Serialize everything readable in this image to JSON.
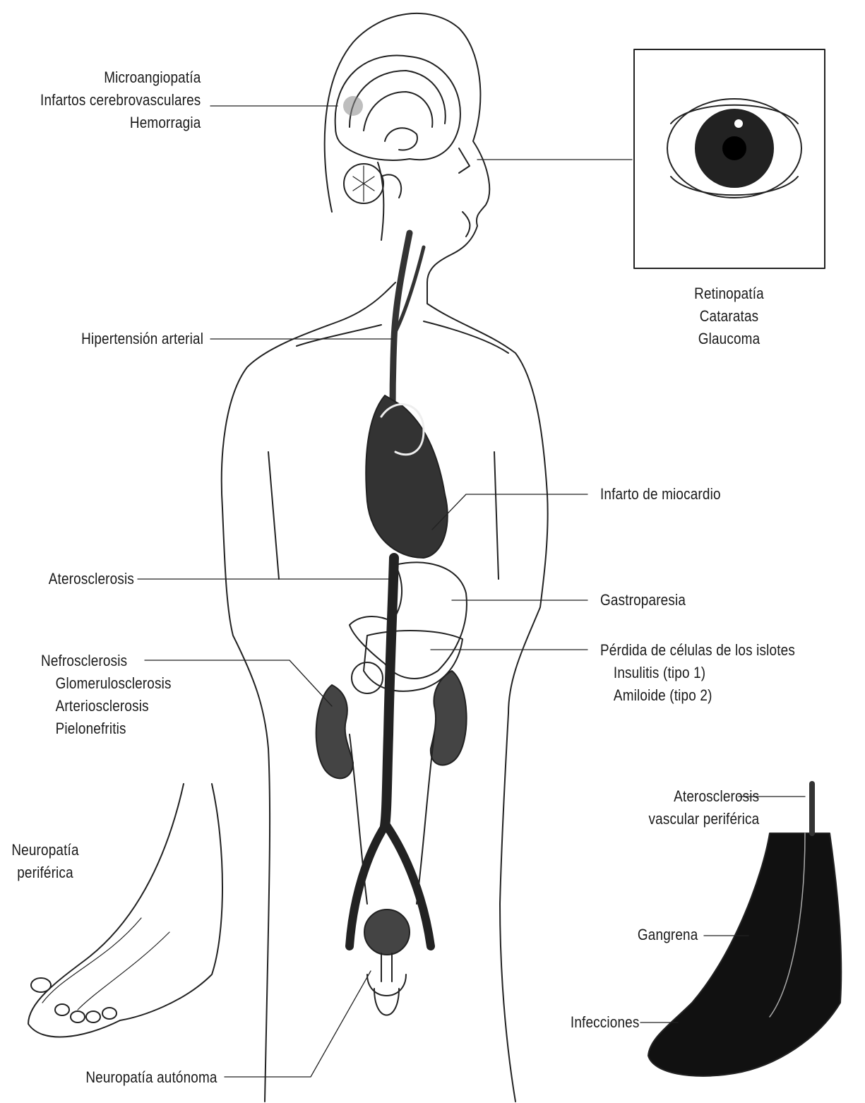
{
  "labels": {
    "brain": [
      "Microangiopatía",
      "Infartos cerebrovasculares",
      "Hemorragia"
    ],
    "eye": [
      "Retinopatía",
      "Cataratas",
      "Glaucoma"
    ],
    "hypertension": "Hipertensión arterial",
    "myocardial": "Infarto de miocardio",
    "atherosclerosis": "Aterosclerosis",
    "gastroparesis": "Gastroparesia",
    "islet": [
      "Pérdida de células de los islotes",
      "Insulitis (tipo 1)",
      "Amiloide (tipo 2)"
    ],
    "kidney": [
      "Nefrosclerosis",
      "Glomerulosclerosis",
      "Arteriosclerosis",
      "Pielonefritis"
    ],
    "peripheral_neuropathy": [
      "Neuropatía",
      "periférica"
    ],
    "peripheral_vascular": [
      "Aterosclerosis",
      "vascular periférica"
    ],
    "gangrene": "Gangrena",
    "infections": "Infecciones",
    "autonomic_neuropathy": "Neuropatía autónoma"
  },
  "icons": [
    "brain-icon",
    "eye-icon",
    "heart-icon",
    "stomach-icon",
    "pancreas-icon",
    "kidney-icon",
    "foot-icon",
    "bladder-icon"
  ]
}
